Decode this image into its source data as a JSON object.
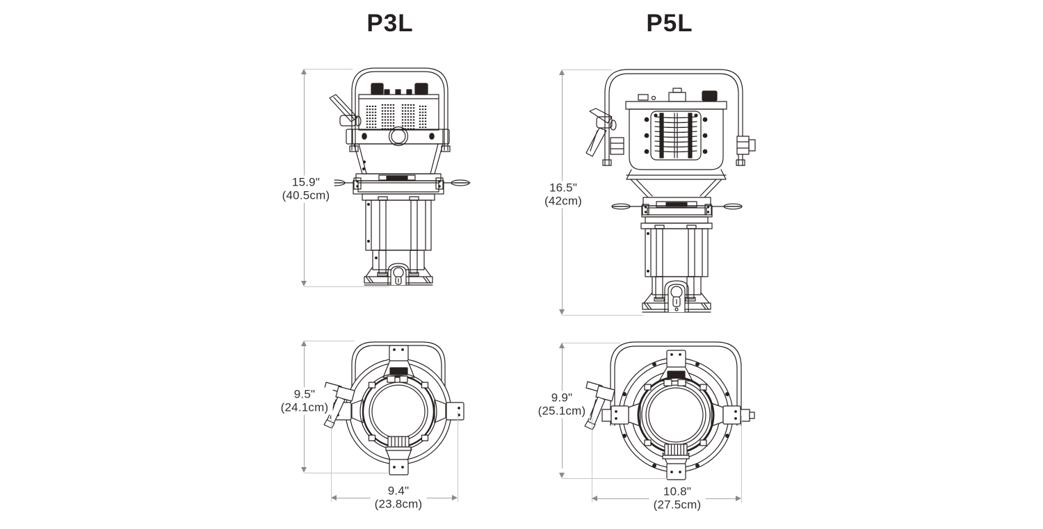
{
  "page": {
    "background": "#ffffff"
  },
  "colors": {
    "line_art": "#272120",
    "title_text": "#231f20",
    "label_text": "#332f2d",
    "dimension_line": "#a3a3a3",
    "extension_line": "#c6c6c6",
    "arrow": "#8a8a8a"
  },
  "figures": [
    {
      "title": "P3L",
      "side_view": {
        "height_in": "15.9\"",
        "height_cm": "(40.5cm)"
      },
      "front_view": {
        "height_in": "9.5\"",
        "height_cm": "(24.1cm)",
        "width_in": "9.4\"",
        "width_cm": "(23.8cm)"
      }
    },
    {
      "title": "P5L",
      "side_view": {
        "height_in": "16.5\"",
        "height_cm": "(42cm)"
      },
      "front_view": {
        "height_in": "9.9\"",
        "height_cm": "(25.1cm)",
        "width_in": "10.8\"",
        "width_cm": "(27.5cm)"
      }
    }
  ]
}
